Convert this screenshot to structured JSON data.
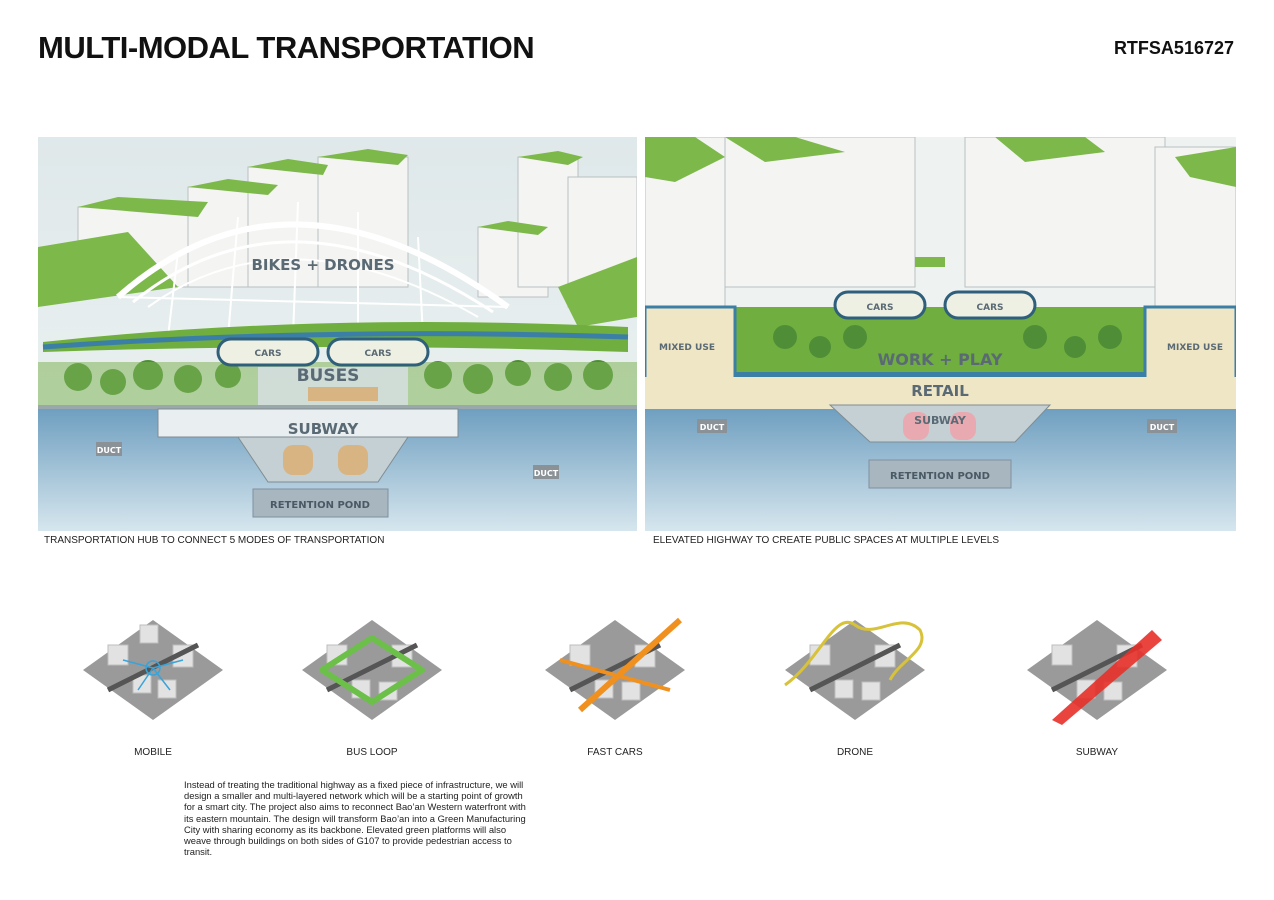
{
  "header": {
    "title": "MULTI-MODAL TRANSPORTATION",
    "code": "RTFSA516727"
  },
  "section_left": {
    "caption": "TRANSPORTATION HUB TO CONNECT 5 MODES OF TRANSPORTATION",
    "labels": {
      "bikes_drones": "BIKES + DRONES",
      "cars_a": "CARS",
      "cars_b": "CARS",
      "buses": "BUSES",
      "subway": "SUBWAY",
      "duct_a": "DUCT",
      "duct_b": "DUCT",
      "retention_pond": "RETENTION POND"
    }
  },
  "section_right": {
    "caption": "ELEVATED HIGHWAY TO CREATE PUBLIC SPACES AT MULTIPLE LEVELS",
    "labels": {
      "cars_a": "CARS",
      "cars_b": "CARS",
      "mixed_use_a": "MIXED USE",
      "mixed_use_b": "MIXED USE",
      "work_play": "WORK + PLAY",
      "retail": "RETAIL",
      "subway": "SUBWAY",
      "duct_a": "DUCT",
      "duct_b": "DUCT",
      "retention_pond": "RETENTION POND"
    }
  },
  "modes": [
    {
      "label": "MOBILE",
      "color": "#3aa3d8"
    },
    {
      "label": "BUS LOOP",
      "color": "#6cc04a"
    },
    {
      "label": "FAST CARS",
      "color": "#f0901e"
    },
    {
      "label": "DRONE",
      "color": "#d8c23a"
    },
    {
      "label": "SUBWAY",
      "color": "#e8302a"
    }
  ],
  "description": "Instead of treating the traditional highway as a fixed piece of infrastructure, we will design a smaller and multi-layered network which will be a starting point of growth for a smart city. The project also aims to reconnect Bao’an Western waterfront with its eastern mountain. The design will transform Bao’an into a Green Manufacturing City with sharing economy as its backbone. Elevated green platforms will also weave through buildings on both sides of G107 to provide pedestrian access to transit."
}
